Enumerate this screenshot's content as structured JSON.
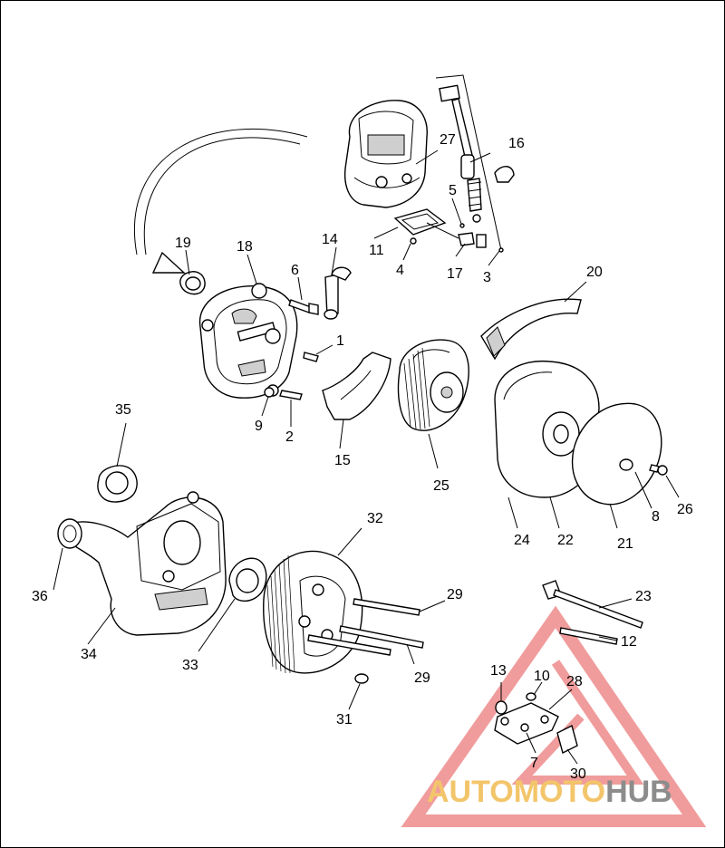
{
  "watermark": {
    "text_part1": "AUTOMOTO",
    "text_part2": "HUB",
    "color_part1": "#f3c56b",
    "color_part2": "#8c8c8c",
    "triangle_color": "#ee8b8b"
  },
  "callouts": [
    {
      "id": "c1",
      "label": "1"
    },
    {
      "id": "c2",
      "label": "2"
    },
    {
      "id": "c3",
      "label": "3"
    },
    {
      "id": "c4",
      "label": "4"
    },
    {
      "id": "c5",
      "label": "5"
    },
    {
      "id": "c6",
      "label": "6"
    },
    {
      "id": "c7",
      "label": "7"
    },
    {
      "id": "c8",
      "label": "8"
    },
    {
      "id": "c9",
      "label": "9"
    },
    {
      "id": "c10",
      "label": "10"
    },
    {
      "id": "c11",
      "label": "11"
    },
    {
      "id": "c12",
      "label": "12"
    },
    {
      "id": "c13",
      "label": "13"
    },
    {
      "id": "c14",
      "label": "14"
    },
    {
      "id": "c15",
      "label": "15"
    },
    {
      "id": "c16",
      "label": "16"
    },
    {
      "id": "c17",
      "label": "17"
    },
    {
      "id": "c18",
      "label": "18"
    },
    {
      "id": "c19",
      "label": "19"
    },
    {
      "id": "c20",
      "label": "20"
    },
    {
      "id": "c21",
      "label": "21"
    },
    {
      "id": "c22",
      "label": "22"
    },
    {
      "id": "c23",
      "label": "23"
    },
    {
      "id": "c24",
      "label": "24"
    },
    {
      "id": "c25",
      "label": "25"
    },
    {
      "id": "c26",
      "label": "26"
    },
    {
      "id": "c27",
      "label": "27"
    },
    {
      "id": "c28",
      "label": "28"
    },
    {
      "id": "c29a",
      "label": "29"
    },
    {
      "id": "c29b",
      "label": "29"
    },
    {
      "id": "c30",
      "label": "30"
    },
    {
      "id": "c31",
      "label": "31"
    },
    {
      "id": "c32",
      "label": "32"
    },
    {
      "id": "c33",
      "label": "33"
    },
    {
      "id": "c34",
      "label": "34"
    },
    {
      "id": "c35",
      "label": "35"
    },
    {
      "id": "c36",
      "label": "36"
    }
  ]
}
